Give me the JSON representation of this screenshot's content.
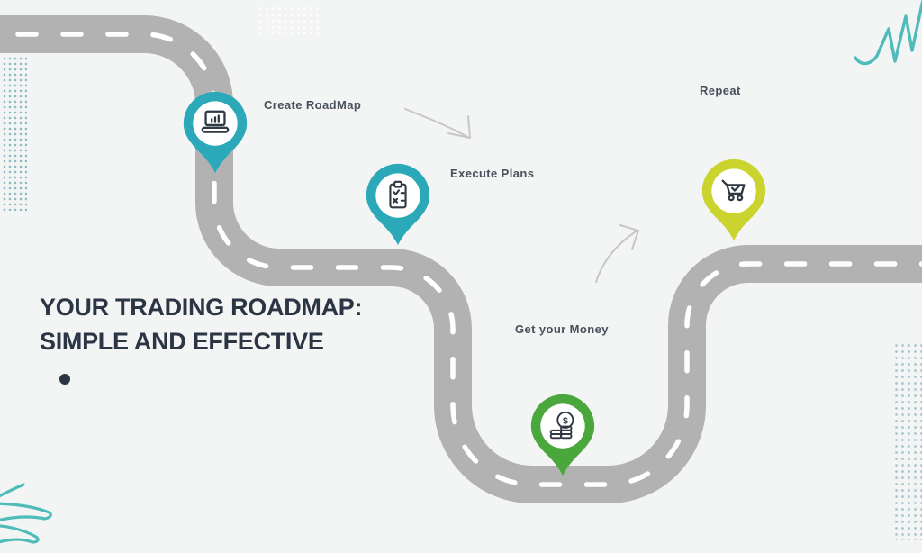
{
  "title": {
    "line1": "YOUR TRADING ROADMAP:",
    "line2": "SIMPLE AND EFFECTIVE"
  },
  "steps": [
    {
      "label": "Create RoadMap",
      "icon": "laptop-analytics-icon",
      "pin_color": "#2BA9B8"
    },
    {
      "label": "Execute Plans",
      "icon": "checklist-icon",
      "pin_color": "#2BA9B8"
    },
    {
      "label": "Get your Money",
      "icon": "money-coins-icon",
      "pin_color": "#4AA73C",
      "coin_glyph": "$"
    },
    {
      "label": "Repeat",
      "icon": "cart-check-icon",
      "pin_color": "#CBD32F"
    }
  ],
  "colors": {
    "background": "#F3F4F4",
    "road": "#B2B2B2",
    "road_dash": "#FFFFFF",
    "teal_accent": "#2BA9B8",
    "green_accent": "#4AA73C",
    "yellow_accent": "#CBD32F",
    "squiggle": "#4DBCBA",
    "arrow": "#C7C7C7",
    "title_text": "#2B3543",
    "label_text": "#47505B",
    "icon_stroke": "#2E3742"
  }
}
